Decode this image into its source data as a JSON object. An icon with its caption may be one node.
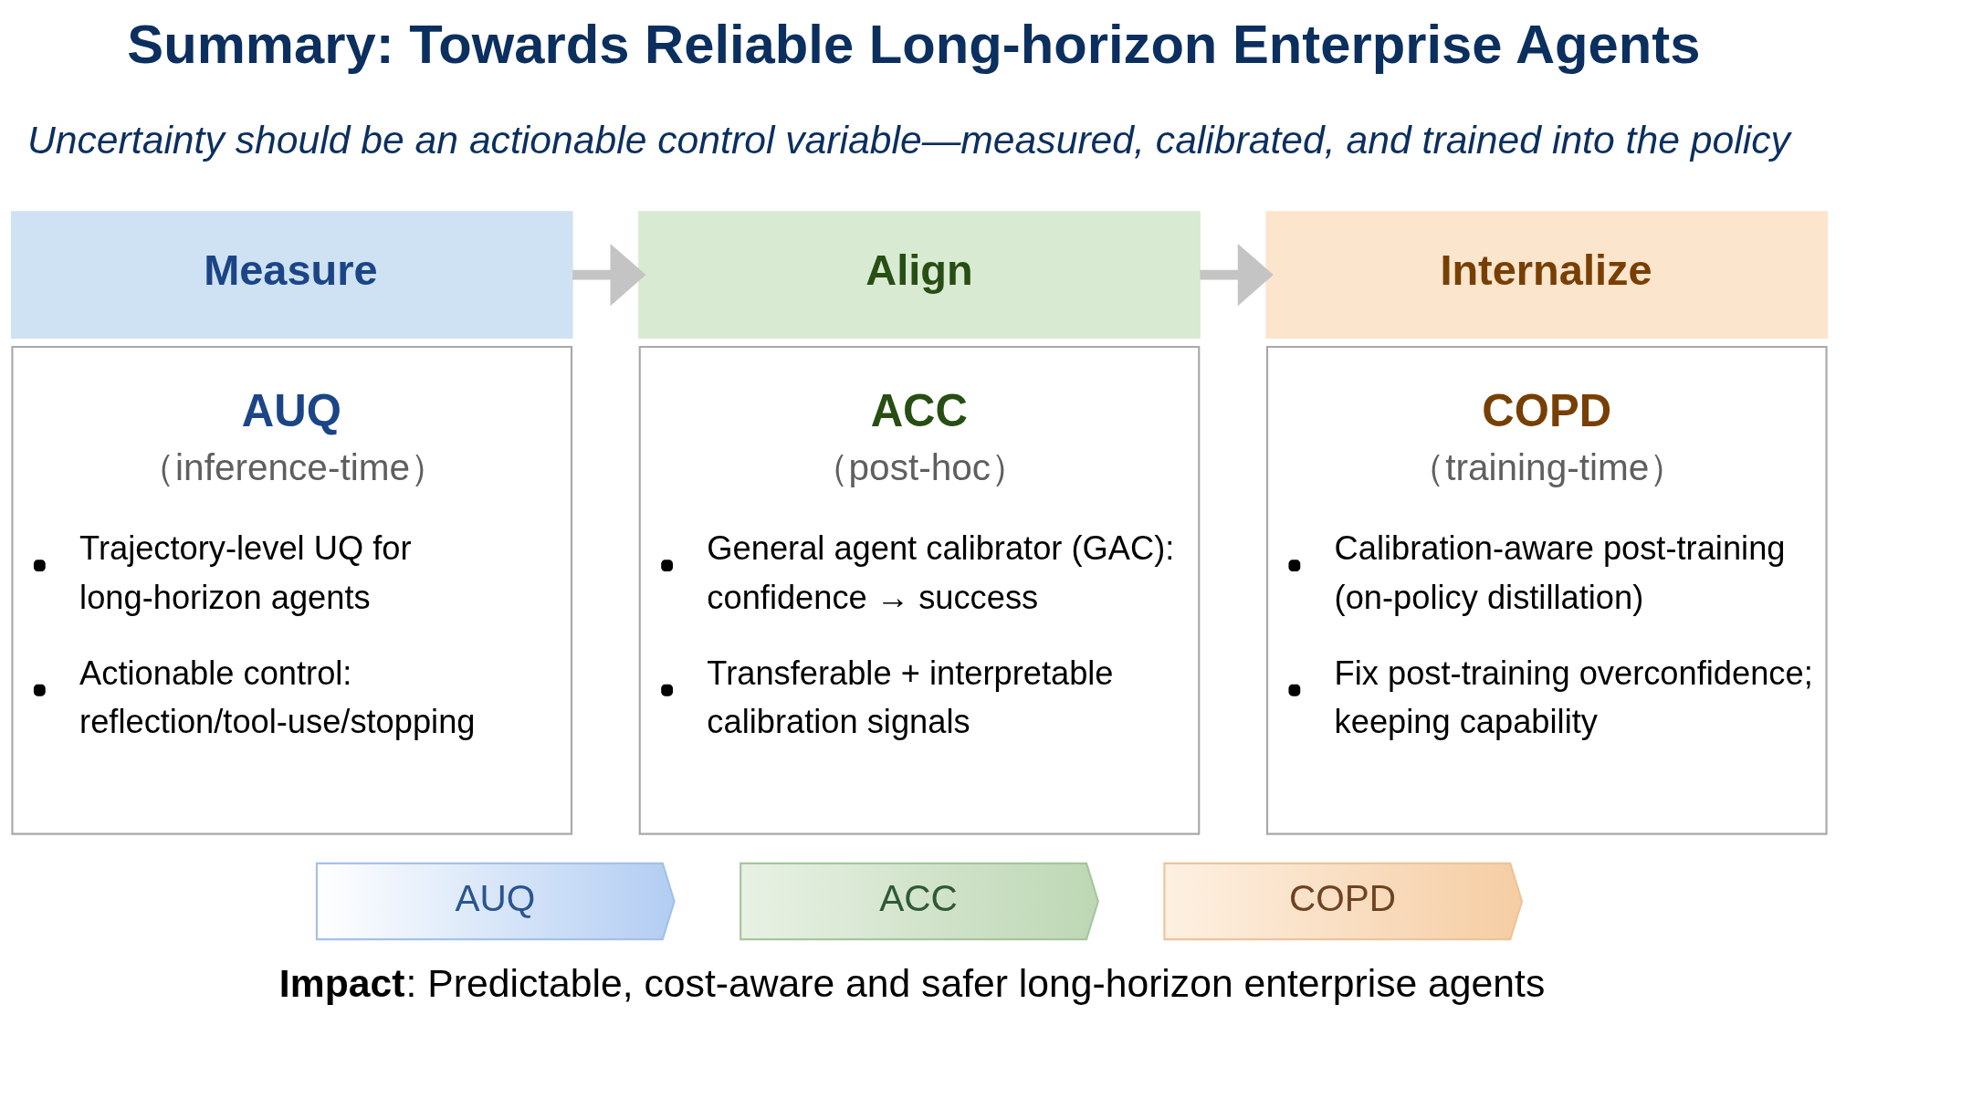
{
  "diagram": {
    "title": "Summary: Towards Reliable Long-horizon Enterprise Agents",
    "nodes": [
      {
        "text": [
          "Measure"
        ]
      },
      {
        "text": [
          "Align"
        ]
      },
      {
        "text": [
          "Internalize"
        ]
      },
      {
        "text": [
          "AUQ",
          "（inference-time）",
          "Trajectory-level UQ for long-horizon agents",
          "Actionable control: reflection/tool-use/stopping"
        ]
      },
      {
        "text": [
          "ACC",
          "（post-hoc）",
          "General agent calibrator (GAC): confidence → success",
          "Transferable + interpretable calibration signals"
        ]
      },
      {
        "text": [
          "COPD",
          "（training-time）",
          "Calibration-aware post-training (on-policy distillation)",
          "Fix post-training overconfidence; keeping capability"
        ]
      },
      {
        "text": [
          "AUQ"
        ]
      },
      {
        "text": [
          "ACC"
        ]
      },
      {
        "text": [
          "COPD"
        ]
      }
    ],
    "edges": [
      {
        "from": 0,
        "to": 1,
        "arrow": "to"
      },
      {
        "from": 1,
        "to": 2,
        "arrow": "to"
      }
    ],
    "labels": [
      "Uncertainty should be an actionable control variable—measured, calibrated, and trained into the policy",
      "**Impact**: Predictable, cost-aware and safer long-horizon enterprise agents"
    ]
  }
}
